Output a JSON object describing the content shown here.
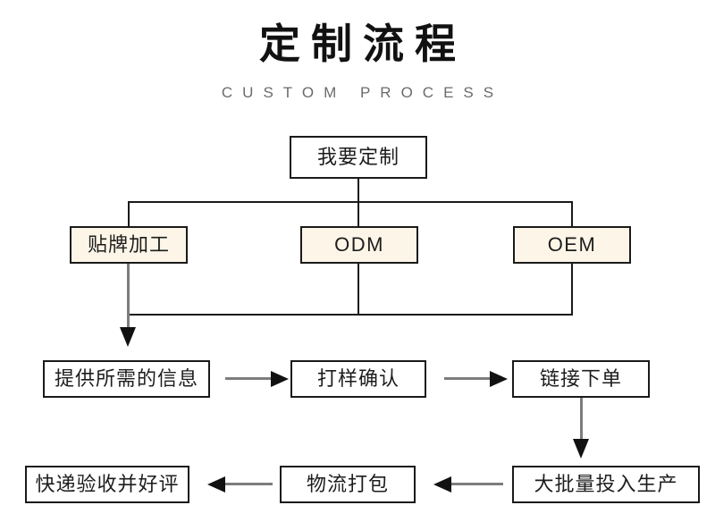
{
  "header": {
    "title": "定制流程",
    "subtitle": "CUSTOM PROCESS"
  },
  "colors": {
    "background": "#ffffff",
    "box_border": "#1a1a1a",
    "box_fill_default": "#ffffff",
    "box_fill_highlight": "#fdf6e8",
    "text": "#1d1d1d",
    "title_text": "#111111",
    "subtitle_text": "#6b6b6b",
    "connector_black": "#1a1a1a",
    "connector_gray": "#7d7d7d",
    "arrow_head": "#111111"
  },
  "flow": {
    "root": {
      "label": "我要定制"
    },
    "branches": [
      {
        "label": "贴牌加工"
      },
      {
        "label": "ODM"
      },
      {
        "label": "OEM"
      }
    ],
    "steps_row3": [
      {
        "label": "提供所需的信息"
      },
      {
        "label": "打样确认"
      },
      {
        "label": "链接下单"
      }
    ],
    "steps_row4": [
      {
        "label": "快递验收并好评"
      },
      {
        "label": "物流打包"
      },
      {
        "label": "大批量投入生产"
      }
    ]
  }
}
